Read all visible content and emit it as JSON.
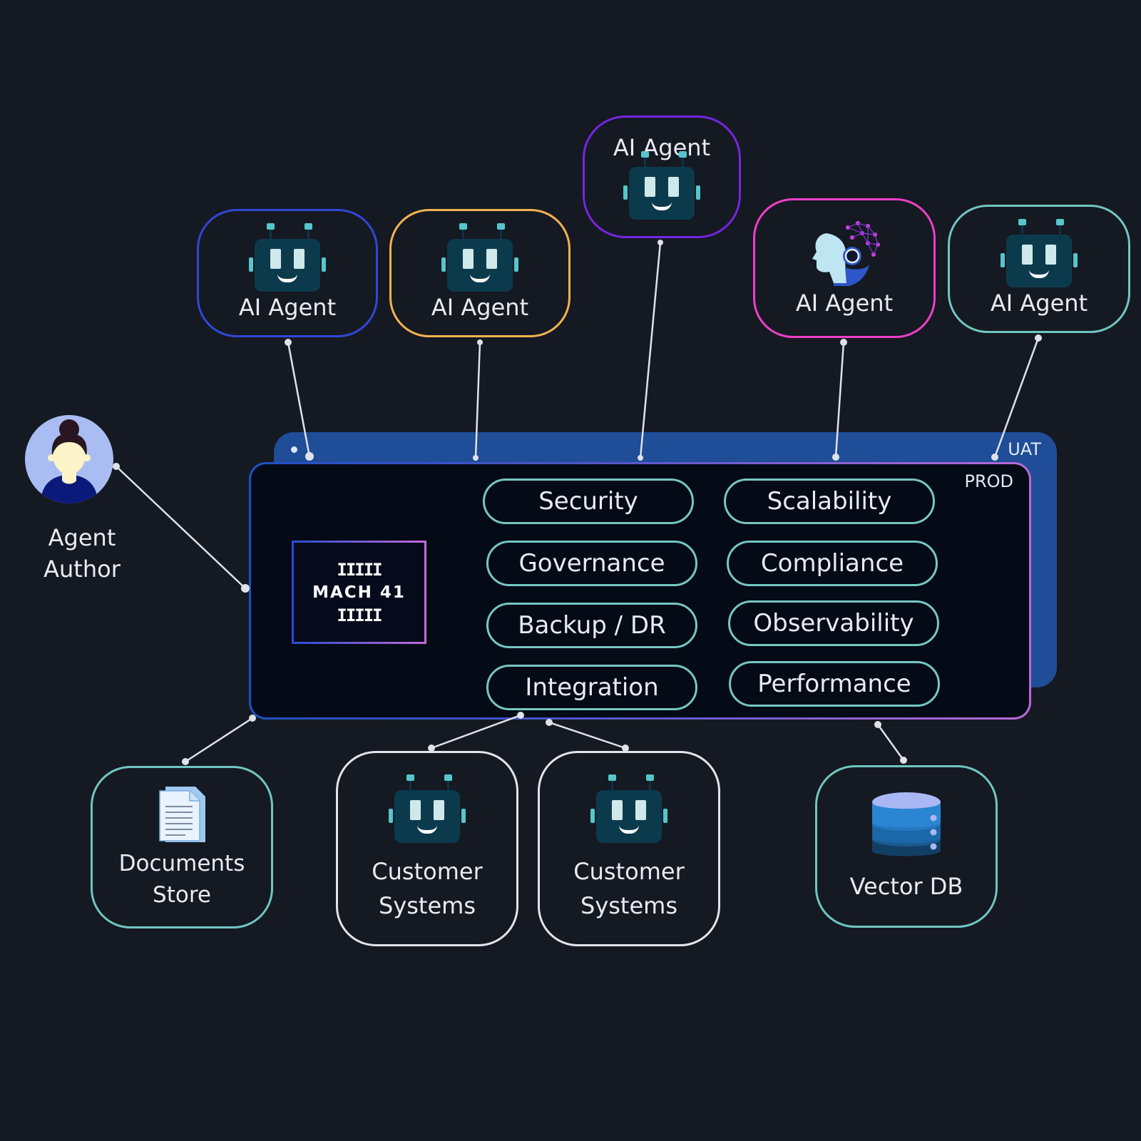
{
  "environments": {
    "uat_label": "UAT",
    "prod_label": "PROD"
  },
  "logo": {
    "bars": "IIIII",
    "name": "MACH 41"
  },
  "capabilities": {
    "left": [
      "Security",
      "Governance",
      "Backup / DR",
      "Integration"
    ],
    "right": [
      "Scalability",
      "Compliance",
      "Observability",
      "Performance"
    ]
  },
  "agents": [
    {
      "label": "AI Agent",
      "color": "#2f48d6",
      "icon": "robot-icon"
    },
    {
      "label": "AI Agent",
      "color": "#f3b24f",
      "icon": "robot-icon"
    },
    {
      "label": "AI Agent",
      "color": "#7526e0",
      "icon": "robot-icon"
    },
    {
      "label": "AI Agent",
      "color": "#ef3fc7",
      "icon": "ai-head-icon"
    },
    {
      "label": "AI Agent",
      "color": "#70c5c1",
      "icon": "robot-icon"
    }
  ],
  "author": {
    "line1": "Agent",
    "line2": "Author",
    "icon": "person-avatar-icon"
  },
  "bottom_nodes": [
    {
      "line1": "Documents",
      "line2": "Store",
      "color": "#70c5c1",
      "icon": "document-icon"
    },
    {
      "line1": "Customer",
      "line2": "Systems",
      "color": "#e2e4e8",
      "icon": "robot-icon"
    },
    {
      "line1": "Customer",
      "line2": "Systems",
      "color": "#e2e4e8",
      "icon": "robot-icon"
    },
    {
      "line1": "Vector DB",
      "line2": "",
      "color": "#70c5c1",
      "icon": "database-icon"
    }
  ],
  "colors": {
    "background": "#151922",
    "uat": "#1f4d97",
    "prod": "#050a17",
    "pill_border": "#77c6c2",
    "wire": "#dfe2e8"
  }
}
